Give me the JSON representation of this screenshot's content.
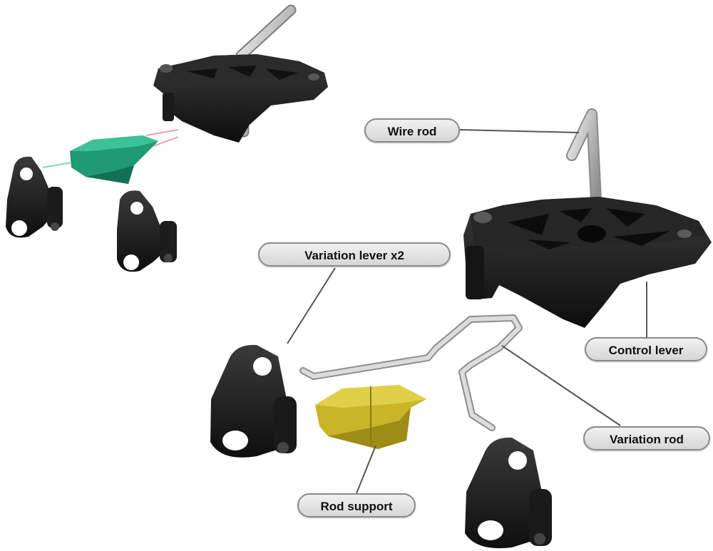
{
  "labels": {
    "wire_rod": "Wire rod",
    "control_lever": "Control lever",
    "variation_lever": "Variation lever x2",
    "variation_rod": "Variation rod",
    "rod_support": "Rod support"
  },
  "colors": {
    "plastic": "#151515",
    "metal": "#c8c8c8",
    "rod_support": "#c9b52a",
    "rod_support_assembled": "#1f9a72",
    "callout_border": "#8a8a8a"
  }
}
